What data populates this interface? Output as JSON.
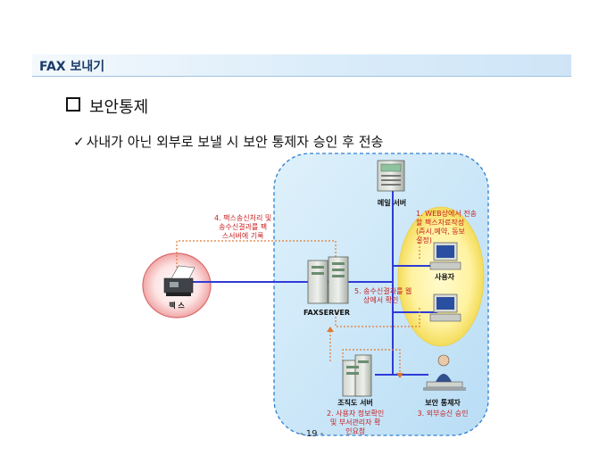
{
  "header": {
    "title": "FAX 보내기"
  },
  "section": {
    "title": "보안통제"
  },
  "subtitle": {
    "check": "✓",
    "text": "사내가 아닌 외부로 보낼 시 보안 통제자 승인 후 전송"
  },
  "nodes": {
    "mail_server": "메일 서버",
    "fax_server": "FAXSERVER",
    "fax": "팩 스",
    "user": "사용자",
    "org_server": "조직도 서버",
    "security_controller": "보안 통제자"
  },
  "steps": {
    "step1": [
      "1. WEB상에서 전송",
      "할 팩스자료작성",
      "(즉시,예약, 동보",
      "설정)"
    ],
    "step2": [
      "2. 사용자 정보확인",
      "및 부서관리자 확",
      "인요청"
    ],
    "step3": [
      "3. 외부승신 승인"
    ],
    "step4": [
      "4. 팩스송신처리 및",
      "송수신결과를 팩",
      "스서버에 기록"
    ],
    "step5": [
      "5. 송수신결과를 웹",
      "상에서 확인"
    ]
  },
  "footer": {
    "page_number": "- 19 -"
  },
  "colors": {
    "blue_line": "#2e3bd6",
    "dotted_line": "#e07a30",
    "zone_fill": "#cde8f8",
    "accent_red": "#c81e1e"
  }
}
